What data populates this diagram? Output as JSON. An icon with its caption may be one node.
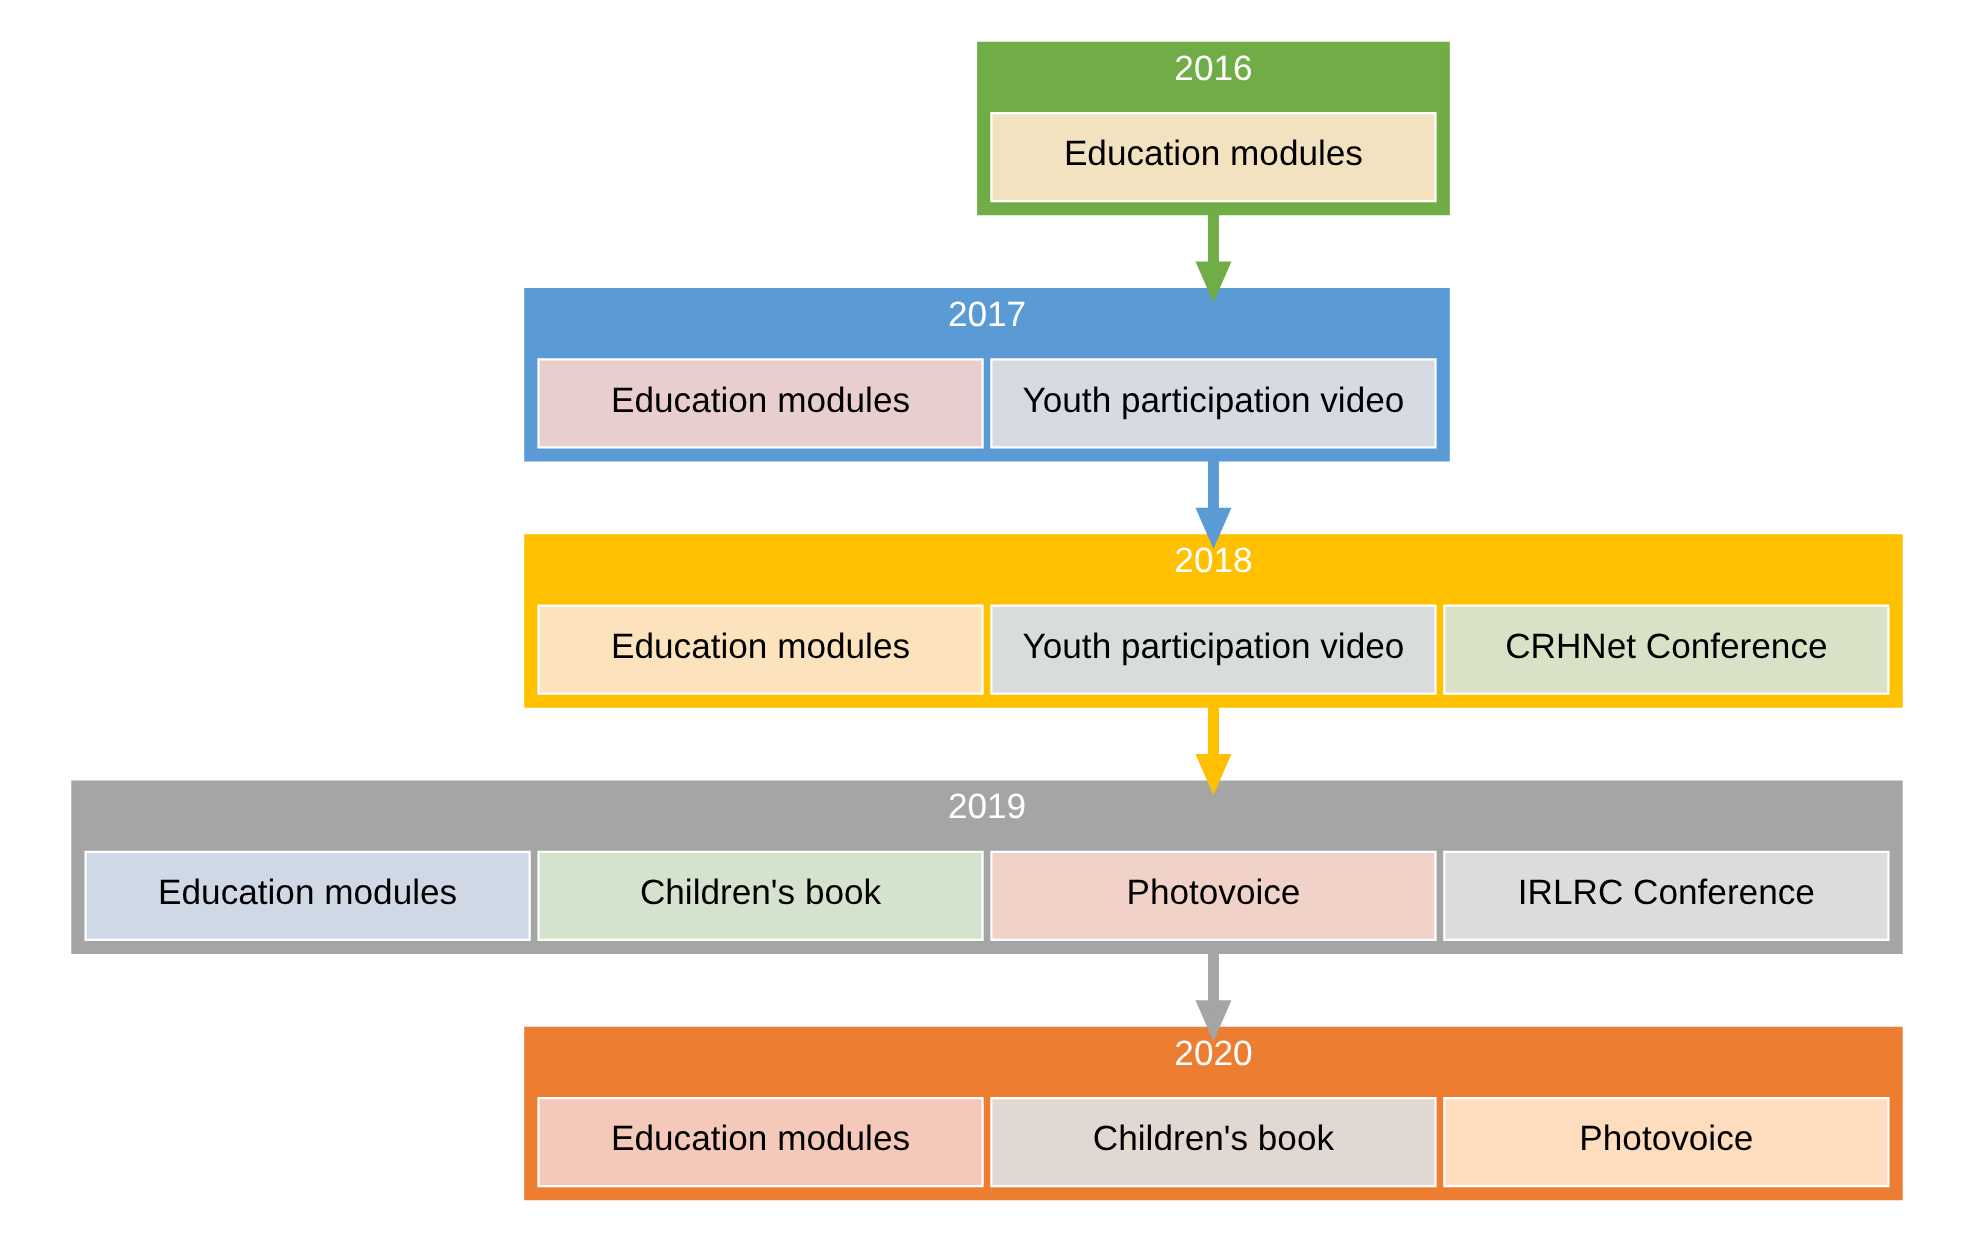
{
  "diagram": {
    "nodes": [
      {
        "text": [
          "2016"
        ]
      },
      {
        "text": [
          "Education modules"
        ],
        "in": 0
      },
      {
        "text": [
          "2017"
        ]
      },
      {
        "text": [
          "Education modules"
        ],
        "in": 2
      },
      {
        "text": [
          "Youth participation video"
        ],
        "in": 2
      },
      {
        "text": [
          "2018"
        ]
      },
      {
        "text": [
          "Education modules"
        ],
        "in": 5
      },
      {
        "text": [
          "Youth participation video"
        ],
        "in": 5
      },
      {
        "text": [
          "CRHNet Conference"
        ],
        "in": 5
      },
      {
        "text": [
          "2019"
        ]
      },
      {
        "text": [
          "Education modules"
        ],
        "in": 9
      },
      {
        "text": [
          "Children's book"
        ],
        "in": 9
      },
      {
        "text": [
          "Photovoice"
        ],
        "in": 9
      },
      {
        "text": [
          "IRLRC Conference"
        ],
        "in": 9
      },
      {
        "text": [
          "2020"
        ]
      },
      {
        "text": [
          "Education modules"
        ],
        "in": 14
      },
      {
        "text": [
          "Children's book"
        ],
        "in": 14
      },
      {
        "text": [
          "Photovoice"
        ],
        "in": 14
      }
    ],
    "edges": [
      {
        "from": 0,
        "to": 2,
        "arrow": "to",
        "color": "#70ad47"
      },
      {
        "from": 2,
        "to": 5,
        "arrow": "to",
        "color": "#5b9bd5"
      },
      {
        "from": 5,
        "to": 9,
        "arrow": "to",
        "color": "#ffc000"
      },
      {
        "from": 9,
        "to": 14,
        "arrow": "to",
        "color": "#a5a5a5"
      }
    ]
  }
}
